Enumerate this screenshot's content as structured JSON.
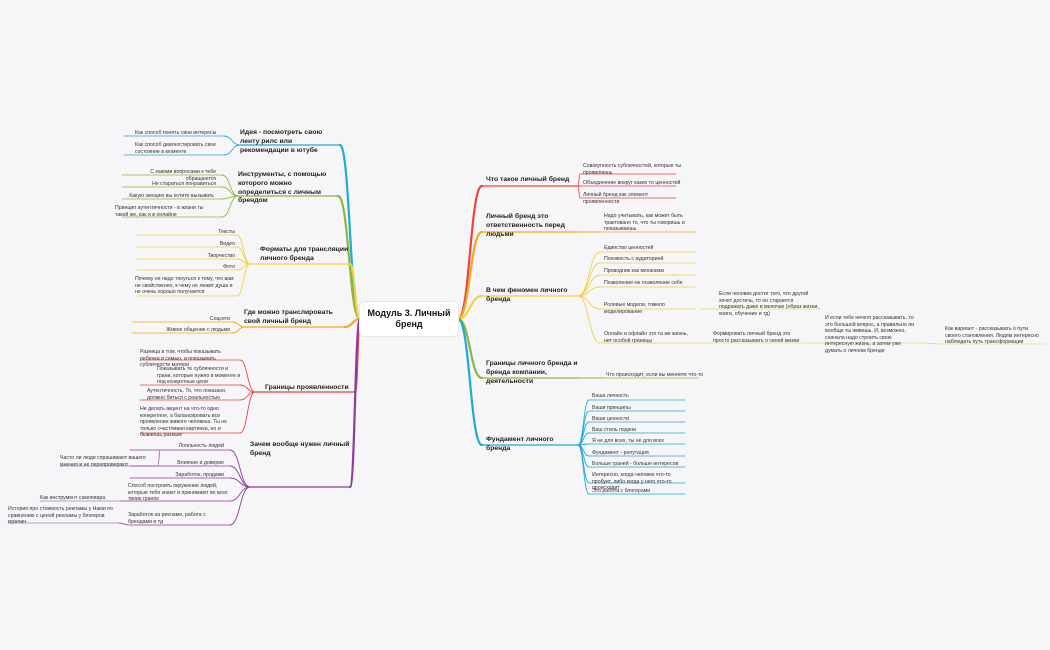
{
  "root": "Модуль 3. Личный бренд",
  "branches": {
    "right": [
      {
        "label": "Что такое личный бренд",
        "color": "#e8453c",
        "children": [
          "Совокупность субличностей, которые ты проявляешь",
          "Объединение вокруг каких то ценностей",
          "Личный бренд как элемент проявленности"
        ]
      },
      {
        "label": "Личный бренд это ответственность перед людьми",
        "color": "#f2a623",
        "children": [
          "Надо учитывать, как может быть трактовано то, что ты говоришь и показываешь"
        ]
      },
      {
        "label": "В чем феномен личного бренда",
        "color": "#f2d23d",
        "children": [
          "Единство ценностей",
          "Похожесть с аудиторией",
          "Проводник как механизм",
          "Позволение-не позволение себе",
          "Ролевые модели, тяжело моделирование",
          "Онлайн и офлайн это та же жизнь, нет особой границы"
        ],
        "deep": [
          "Если человек достиг того, что другой хочет достичь, то он старается подражать даже в мелочах (образ жизни, книги, обучение и тд)",
          "Формировать личный бренд это просто рассказывать о своей жизни",
          "И если тебе нечего рассказывать, то это большой вопрос, а правильно ли вообще ты живешь. И, возможно, сначала надо строить свою интересную жизнь, а затем уже думать о личном бренде",
          "Как вариант - рассказывать о пути своего становления. Людям интересно наблюдать путь трансформации"
        ]
      },
      {
        "label": "Границы личного бренда и бренда компании, деятельности",
        "color": "#8fb63a",
        "children": [
          "Что происходит, если вы меняете что-то"
        ]
      },
      {
        "label": "Фундамент личного бренда",
        "color": "#1fa9d6",
        "children": [
          "Ваша личность",
          "Ваши принципы",
          "Ваши ценности",
          "Ваш стиль подачи",
          "Я не для всех, ты не для всех",
          "Фундамент - репутация",
          "Больше граней - больше интересов",
          "Интересно, когда человек что-то пробует, либо когда у него что-то происходит",
          "Это работа с блогерами"
        ]
      }
    ],
    "left": [
      {
        "label": "Идея - посмотреть свою ленту рилс или рекомендации в ютубе",
        "color": "#1fa9d6",
        "children": [
          "Как способ понять свои интересы",
          "Как способ диагностировать свое состояние в моменте"
        ]
      },
      {
        "label": "Инструменты, с помощью которого можно определиться с личным брендом",
        "color": "#8fb63a",
        "children": [
          "С какими вопросами к тебе обращаются",
          "Не стараться понравиться",
          "Какую эмоцию вы хотите вызывать",
          "Принцип аутентичности - в жизни ты такой же, как и в онлайне"
        ]
      },
      {
        "label": "Форматы для трансляции личного бренда",
        "color": "#f2d23d",
        "children": [
          "Тексты",
          "Видео",
          "Творчество",
          "Фото",
          "Почему не надо тянуться к тому, что вам не свойственно, к чему не лежит душа и не очень хорошо получается"
        ]
      },
      {
        "label": "Где можно транслировать свой личный бренд",
        "color": "#f2a623",
        "children": [
          "Соцсети",
          "Живое общение с людьми"
        ]
      },
      {
        "label": "Границы проявленности",
        "color": "#e8453c",
        "children": [
          "Разница в том, чтобы показывать ребенка и семью, и показывать субличности матери",
          "Показывать те субличности и грани, которые нужно в моменте и под конкретные цели",
          "Аутентичность. То, что показано, должно биться с реальностью",
          "Не делать акцент на что-то одно конкретное, а балансировать все проявление живого человека. Ты не только счастливая картинка, но и бываешь разным"
        ]
      },
      {
        "label": "Зачем вообще нужен личный бренд",
        "color": "#8e3a9d",
        "children": [
          "Лояльность людей",
          "Влияние и доверие",
          "Заработок, продажи",
          "Способ построить окружение людей, которые тебя знают и принимают во всех твоих гранях",
          "Заработок на рекламе, работа с брендами и тд"
        ],
        "deep": [
          "Часто ли люди спрашивают вашего мнения и не перепроверяют",
          "Как инструмент самопиара",
          "История про стоимость рекламы у Нами по сравнению с ценой рекламы у блогеров мужчин"
        ]
      }
    ]
  }
}
